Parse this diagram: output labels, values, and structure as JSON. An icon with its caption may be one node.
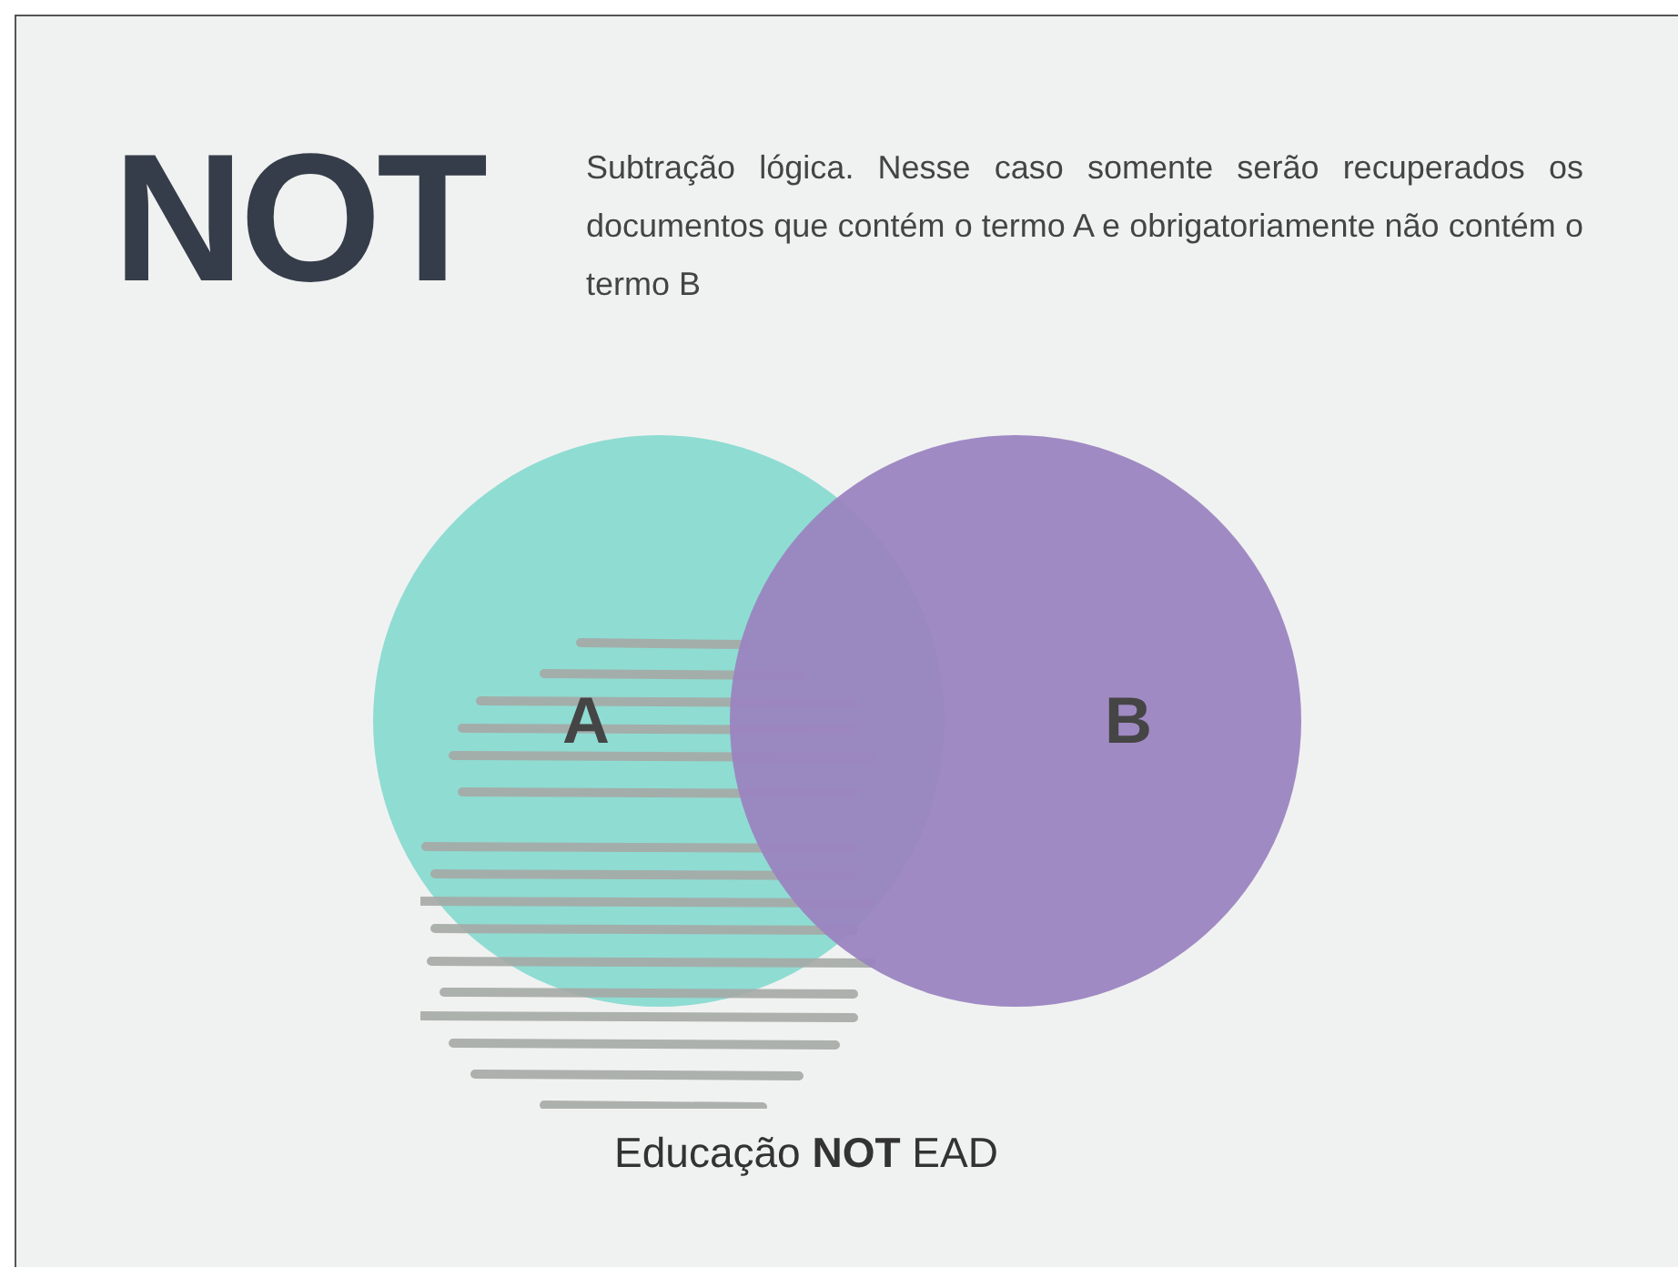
{
  "diagram": {
    "title": "NOT",
    "nodes": [
      {
        "text": [
          "A"
        ]
      },
      {
        "text": [
          "B"
        ]
      }
    ],
    "labels": [
      "Subtração lógica. Nesse caso somente serão recuperados os documentos que contém o termo A e obrigatoriamente não contém o termo B"
    ],
    "caption": "Educação **NOT** EAD"
  }
}
